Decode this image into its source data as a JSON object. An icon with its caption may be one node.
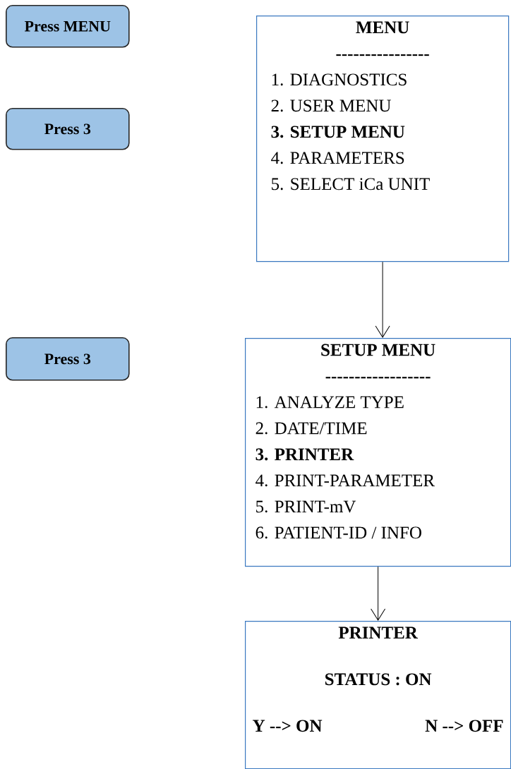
{
  "diagram": {
    "nodes": [
      {
        "text": [
          "Press MENU"
        ]
      },
      {
        "text": [
          "Press 3"
        ]
      },
      {
        "text": [
          "Press 3"
        ]
      },
      {
        "text": [
          "MENU",
          "----------------",
          "1. DIAGNOSTICS",
          "2. USER MENU",
          "**3. SETUP MENU**",
          "4. PARAMETERS",
          "5. SELECT iCa UNIT"
        ]
      },
      {
        "text": [
          "SETUP MENU",
          "------------------",
          "1. ANALYZE TYPE",
          "2. DATE/TIME",
          "**3. PRINTER**",
          "4. PRINT-PARAMETER",
          "5. PRINT-mV",
          "6. PATIENT-ID / INFO"
        ]
      },
      {
        "text": [
          "PRINTER",
          "STATUS : ON",
          "Y --> ON",
          "N --> OFF"
        ]
      }
    ],
    "edges": [
      {
        "from": 3,
        "to": 4,
        "arrow": "to"
      },
      {
        "from": 4,
        "to": 5,
        "arrow": "to"
      }
    ]
  }
}
